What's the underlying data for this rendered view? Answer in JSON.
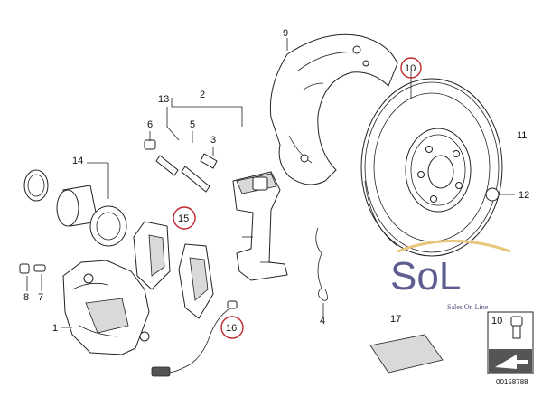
{
  "callouts": {
    "c2": "2",
    "c3": "3",
    "c4": "4",
    "c5": "5",
    "c6": "6",
    "c7": "7",
    "c8": "8",
    "c9": "9",
    "c10": "10",
    "c11": "11",
    "c12": "12",
    "c13": "13",
    "c14": "14",
    "c15": "15",
    "c16": "16",
    "c17": "17",
    "c1": "1"
  },
  "inset": {
    "label": "10"
  },
  "drawing_number": "00158788",
  "logo": {
    "mark": "SoL",
    "tagline": "Sales On Line"
  },
  "colors": {
    "highlight_circle": "#c0282d",
    "logo_text": "#5d5d8f",
    "logo_swoosh": "#e8c77a"
  }
}
